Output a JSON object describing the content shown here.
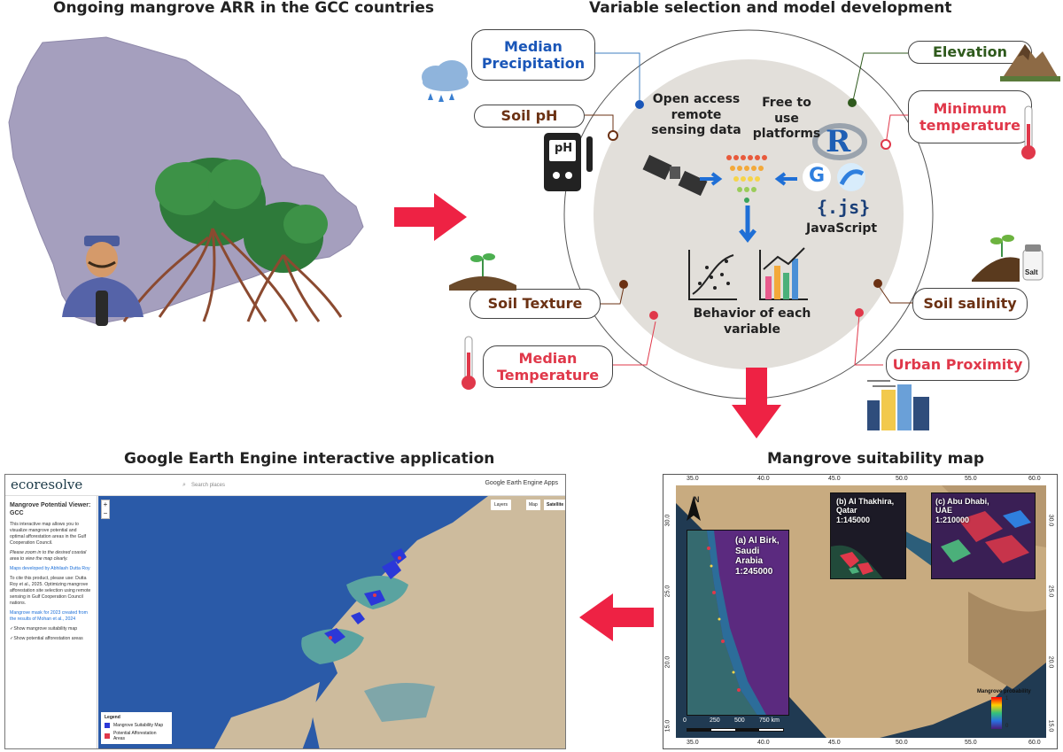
{
  "titles": {
    "arr": "Ongoing mangrove ARR in the GCC countries",
    "variables": "Variable selection and model development",
    "gee": "Google Earth Engine interactive application",
    "suitability": "Mangrove suitability map"
  },
  "variables": {
    "median_precipitation": "Median Precipitation",
    "soil_ph": "Soil pH",
    "soil_texture": "Soil Texture",
    "median_temperature": "Median Temperature",
    "elevation": "Elevation",
    "minimum_temperature": "Minimum temperature",
    "soil_salinity": "Soil salinity",
    "urban_proximity": "Urban Proximity"
  },
  "circle": {
    "open_access": "Open access remote sensing data",
    "free_platforms": "Free to use platforms",
    "behavior": "Behavior of each variable",
    "js_braces": "{.js}",
    "js_label": "JavaScript",
    "r_letter": "R",
    "g_letter": "G"
  },
  "icons": {
    "ph_meter_text": "pH",
    "salt_label": "Salt"
  },
  "gee": {
    "brand": "ecoresolve",
    "search_placeholder": "Search places",
    "apps_label": "Google Earth Engine Apps",
    "layers_button": "Layers",
    "map_button": "Map",
    "satellite_button": "Satellite",
    "zoom_in": "+",
    "zoom_out": "−",
    "viewer_title": "Mangrove Potential Viewer: GCC",
    "intro": "This interactive map allows you to visualize mangrove potential and optimal afforestation areas in the Gulf Cooperation Council.",
    "zoom_hint": "Please zoom in to the desired coastal area to view the map clearly.",
    "developed_by": "Maps developed by Abhilash Dutta Roy",
    "cite": "To cite this product, please use: Dutta Roy et al., 2025. Optimizing mangrove afforestation site selection using remote sensing in Gulf Cooperation Council nations.",
    "mask_note": "Mangrove mask for 2023 created from the results of Mohan et al., 2024",
    "show_suitability": "✓Show mangrove suitability map",
    "show_afforestation": "✓Show potential afforestation areas",
    "legend_title": "Legend",
    "legend_items": [
      "Mangrove Suitability Map",
      "Potential Afforestation Areas"
    ]
  },
  "suitability": {
    "top_ticks": [
      "35.0",
      "40.0",
      "45.0",
      "50.0",
      "55.0",
      "60.0"
    ],
    "bottom_ticks": [
      "35.0",
      "40.0",
      "45.0",
      "50.0",
      "55.0",
      "60.0"
    ],
    "left_ticks": [
      "30.0",
      "25.0",
      "20.0",
      "15.0"
    ],
    "right_ticks": [
      "30.0",
      "25.0",
      "20.0",
      "15.0"
    ],
    "north": "N",
    "inset_a": [
      "(a) Al Birk,",
      "Saudi Arabia",
      "1:245000"
    ],
    "inset_b": [
      "(b) Al Thakhira,",
      "Qatar",
      "1:145000"
    ],
    "inset_c": [
      "(c) Abu Dhabi,",
      "UAE",
      "1:210000"
    ],
    "scale_labels": [
      "0",
      "250",
      "500",
      "750 km"
    ],
    "legend_title": "Mangrove probability",
    "legend_max": "1",
    "legend_min": "0"
  },
  "colors": {
    "arrow_red": "#ee2244",
    "arrow_blue": "#1f6fd6",
    "map_land": "#a59fbe",
    "circle_fill": "#e2dfda"
  }
}
